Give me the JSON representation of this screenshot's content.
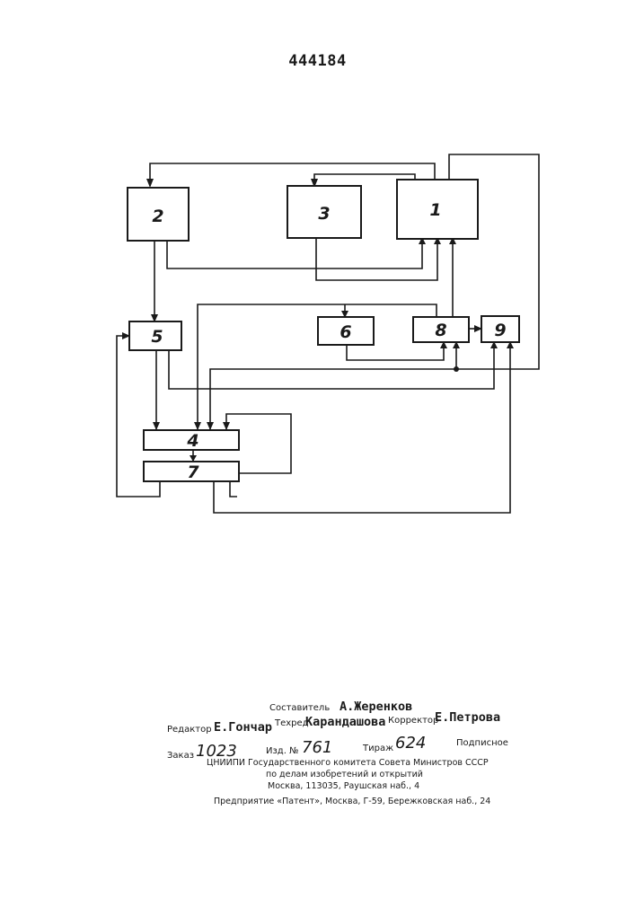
{
  "patent_number": "444184",
  "blocks": {
    "b1": "1",
    "b2": "2",
    "b3": "3",
    "b4": "4",
    "b5": "5",
    "b6": "6",
    "b7": "7",
    "b8": "8",
    "b9": "9"
  },
  "credits": {
    "composer_label": "Составитель",
    "composer_name": "А.Жеренков",
    "editor_label": "Редактор",
    "editor_name": "Е.Гончар",
    "techred_label": "Техред",
    "techred_name": "Карандашова",
    "corrector_label": "Корректор",
    "corrector_name": "Е.Петрова",
    "order_label": "Заказ",
    "order_value": "1023",
    "edition_label": "Изд. №",
    "edition_value": "761",
    "print_run_label": "Тираж",
    "print_run_value": "624",
    "subscription": "Подписное",
    "institute_line1": "ЦНИИПИ Государственного комитета Совета Министров СССР",
    "institute_line2": "по делам изобретений и открытий",
    "institute_line3": "Москва, 113035, Раушская наб., 4",
    "enterprise": "Предприятие «Патент», Москва, Г-59, Бережковская наб., 24"
  }
}
